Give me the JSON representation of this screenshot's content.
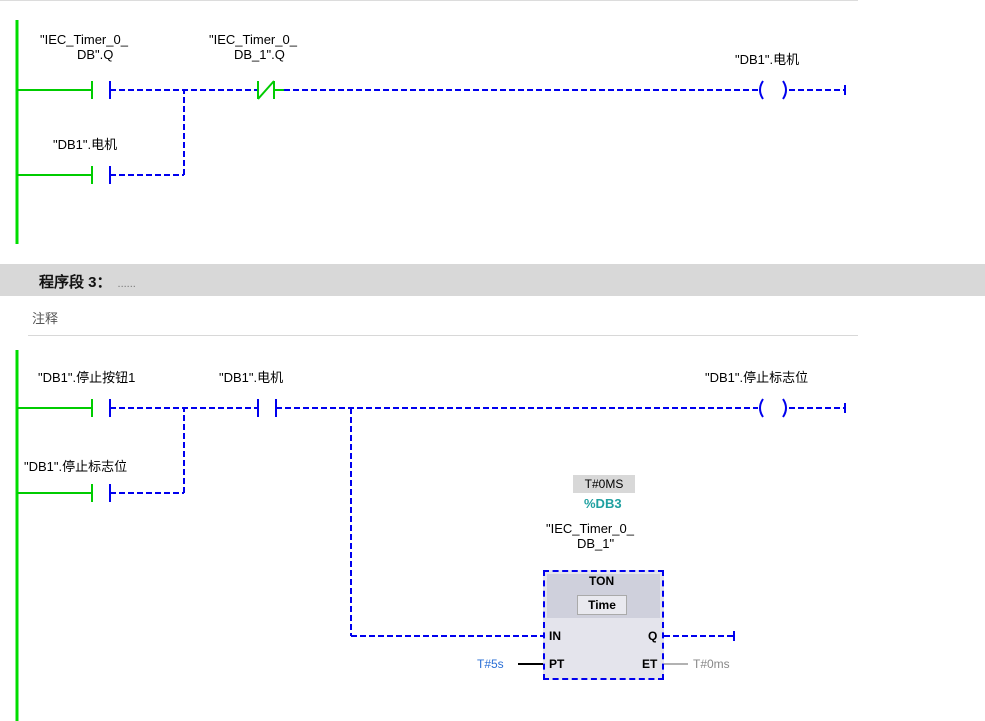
{
  "network2": {
    "contact1_label_l1": "\"IEC_Timer_0_",
    "contact1_label_l2": "DB\".Q",
    "contact2_label_l1": "\"IEC_Timer_0_",
    "contact2_label_l2": "DB_1\".Q",
    "coil_label": "\"DB1\".电机",
    "branch_label": "\"DB1\".电机"
  },
  "network3": {
    "title": "程序段 3：",
    "title_dots": "......",
    "comment": "注释",
    "contact_stop_label": "\"DB1\".停止按钮1",
    "contact_motor_label": "\"DB1\".电机",
    "coil_label": "\"DB1\".停止标志位",
    "branch_label": "\"DB1\".停止标志位",
    "timer": {
      "init_value": "T#0MS",
      "db_number": "%DB3",
      "instance_l1": "\"IEC_Timer_0_",
      "instance_l2": "DB_1\"",
      "type": "TON",
      "data_type": "Time",
      "pin_in": "IN",
      "pin_pt": "PT",
      "pin_q": "Q",
      "pin_et": "ET",
      "pt_value": "T#5s",
      "et_value": "T#0ms"
    }
  },
  "colors": {
    "power_rail": "#00dd00",
    "wire_active": "#00cc00",
    "wire_inactive": "#0000ee",
    "header_bg": "#d8d8d8",
    "db_number": "#1fa0a0"
  }
}
